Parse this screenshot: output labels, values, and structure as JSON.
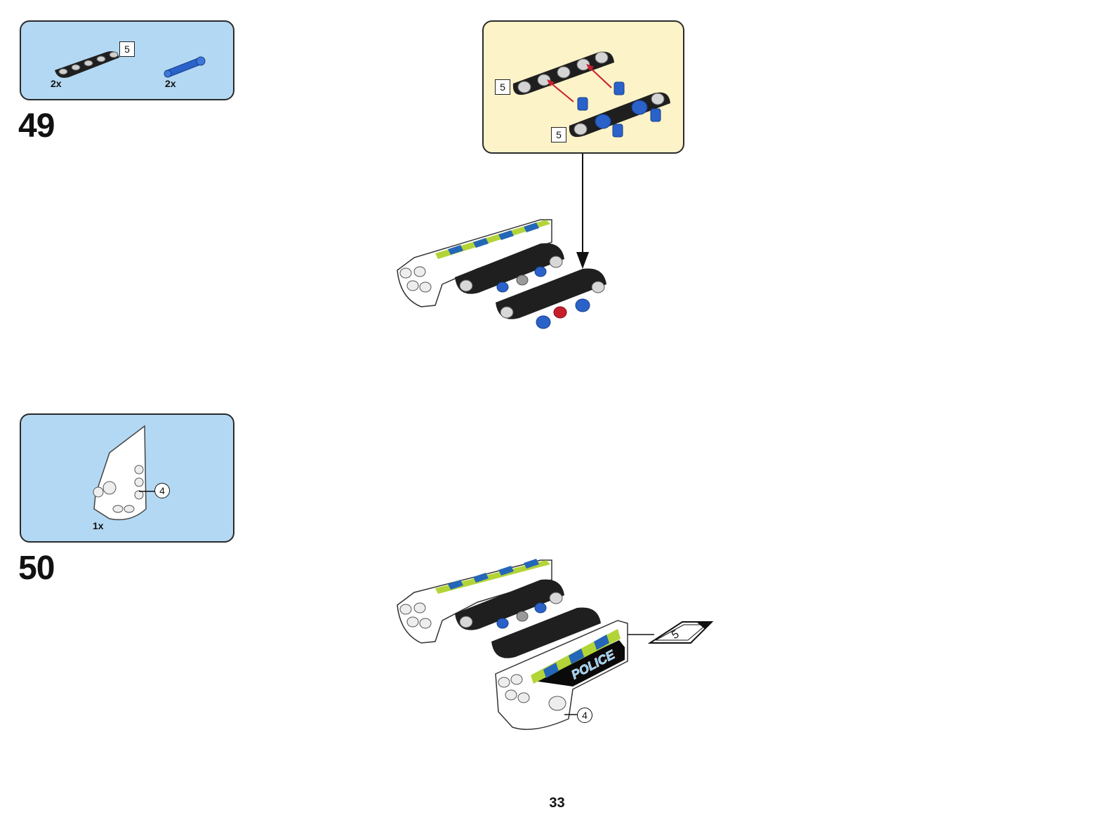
{
  "steps": [
    {
      "number": "49",
      "parts": [
        {
          "name": "beam-5",
          "quantity": "2x",
          "length_tag": "5"
        },
        {
          "name": "blue-axle-pin",
          "quantity": "2x"
        }
      ],
      "subassembly": {
        "length_tags": [
          "5",
          "5"
        ]
      }
    },
    {
      "number": "50",
      "parts": [
        {
          "name": "panel-element",
          "quantity": "1x",
          "callout": "4"
        }
      ],
      "callout": "4",
      "sticker_number": "5",
      "sticker_text": "POLICE"
    }
  ],
  "page_number": "33",
  "colors": {
    "parts_box": "#b3d8f3",
    "subassembly_box": "#fdf3c8",
    "beam": "#1f1f1f",
    "pin_blue": "#2a62c9",
    "stripe_green": "#b3d437",
    "stripe_blue": "#2467b8",
    "arrow_red": "#c81e2b"
  }
}
